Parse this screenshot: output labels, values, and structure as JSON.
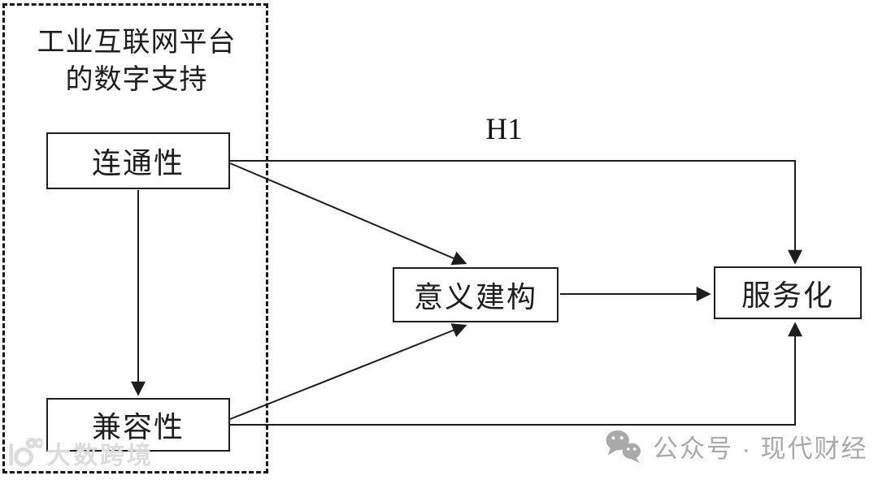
{
  "diagram": {
    "group": {
      "label_line1": "工业互联网平台",
      "label_line2": "的数字支持"
    },
    "nodes": {
      "connectivity": "连通性",
      "compatibility": "兼容性",
      "sensemaking": "意义建构",
      "servitization": "服务化"
    },
    "edge_labels": {
      "h1": "H1"
    },
    "edges": [
      {
        "from": "connectivity",
        "to": "servitization",
        "label": "H1",
        "style": "orthogonal"
      },
      {
        "from": "connectivity",
        "to": "sensemaking",
        "style": "diagonal"
      },
      {
        "from": "connectivity",
        "to": "compatibility",
        "style": "vertical"
      },
      {
        "from": "compatibility",
        "to": "sensemaking",
        "style": "diagonal"
      },
      {
        "from": "compatibility",
        "to": "servitization",
        "style": "orthogonal"
      },
      {
        "from": "sensemaking",
        "to": "servitization",
        "style": "horizontal"
      }
    ],
    "colors": {
      "background": "#ffffff",
      "line": "#1d1d1d",
      "box_border": "#1f1f1f",
      "text": "#1d1d1d",
      "watermark_gray": "#a9a9a9",
      "watermark_light": "#dcdcdc"
    }
  },
  "watermarks": {
    "bottom_left": {
      "text": "大数跨境"
    },
    "bottom_right": {
      "text": "公众号 · 现代财经"
    }
  }
}
